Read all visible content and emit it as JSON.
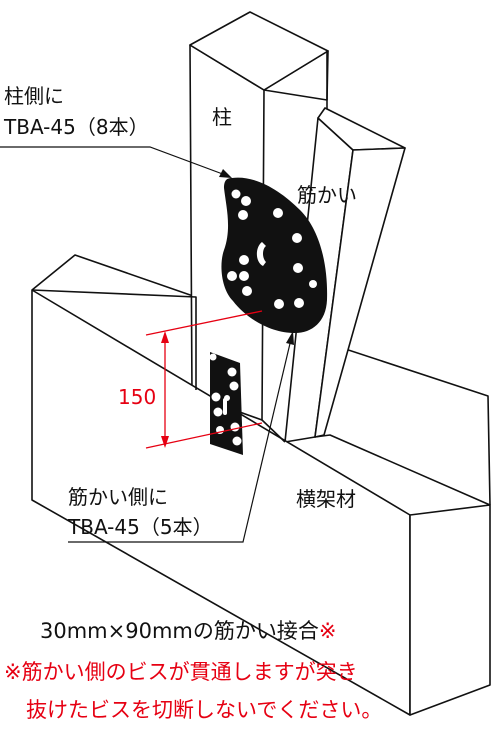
{
  "labels": {
    "post": "柱",
    "brace": "筋かい",
    "beam": "横架材",
    "post_side_line1": "柱側に",
    "post_side_line2": "TBA-45（8本）",
    "brace_side_line1": "筋かい側に",
    "brace_side_line2": "TBA-45（5本）",
    "dimension": "150"
  },
  "caption": {
    "main": "30mm×90mmの筋かい接合",
    "main_mark": "※",
    "note_line1": "※筋かい側のビスが貫通しますが突き",
    "note_line2": "抜けたビスを切断しないでください。"
  },
  "colors": {
    "line": "#111111",
    "accent": "#e60012",
    "plate": "#111111"
  }
}
